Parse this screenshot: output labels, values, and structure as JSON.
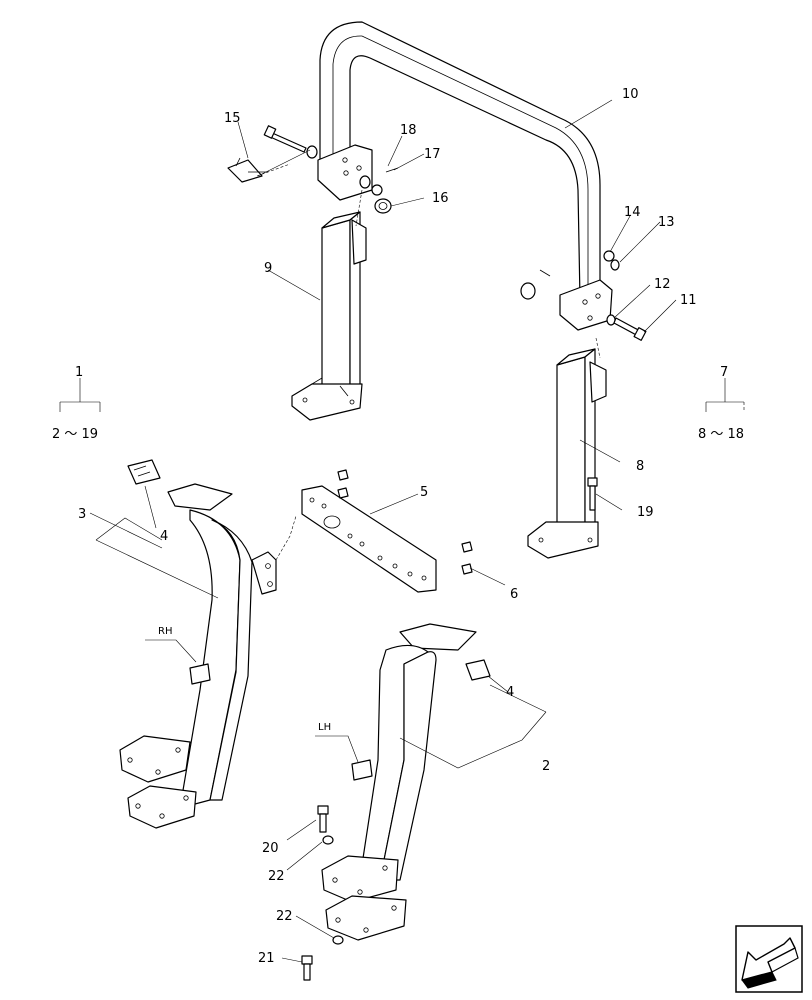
{
  "callouts": {
    "c1": "1",
    "c2": "2",
    "c3": "3",
    "c4a": "4",
    "c4b": "4",
    "c5": "5",
    "c6": "6",
    "c7": "7",
    "c8": "8",
    "c9": "9",
    "c10": "10",
    "c11": "11",
    "c12": "12",
    "c13": "13",
    "c14": "14",
    "c15": "15",
    "c16": "16",
    "c17": "17",
    "c18": "18",
    "c19": "19",
    "c20": "20",
    "c21": "21",
    "c22a": "22",
    "c22b": "22"
  },
  "ranges": {
    "left": "2 ～ 19",
    "right": "8 ～ 18"
  },
  "side_labels": {
    "rh": "RH",
    "lh": "LH"
  },
  "nav": {
    "icon": "arrow-down-left-icon"
  }
}
